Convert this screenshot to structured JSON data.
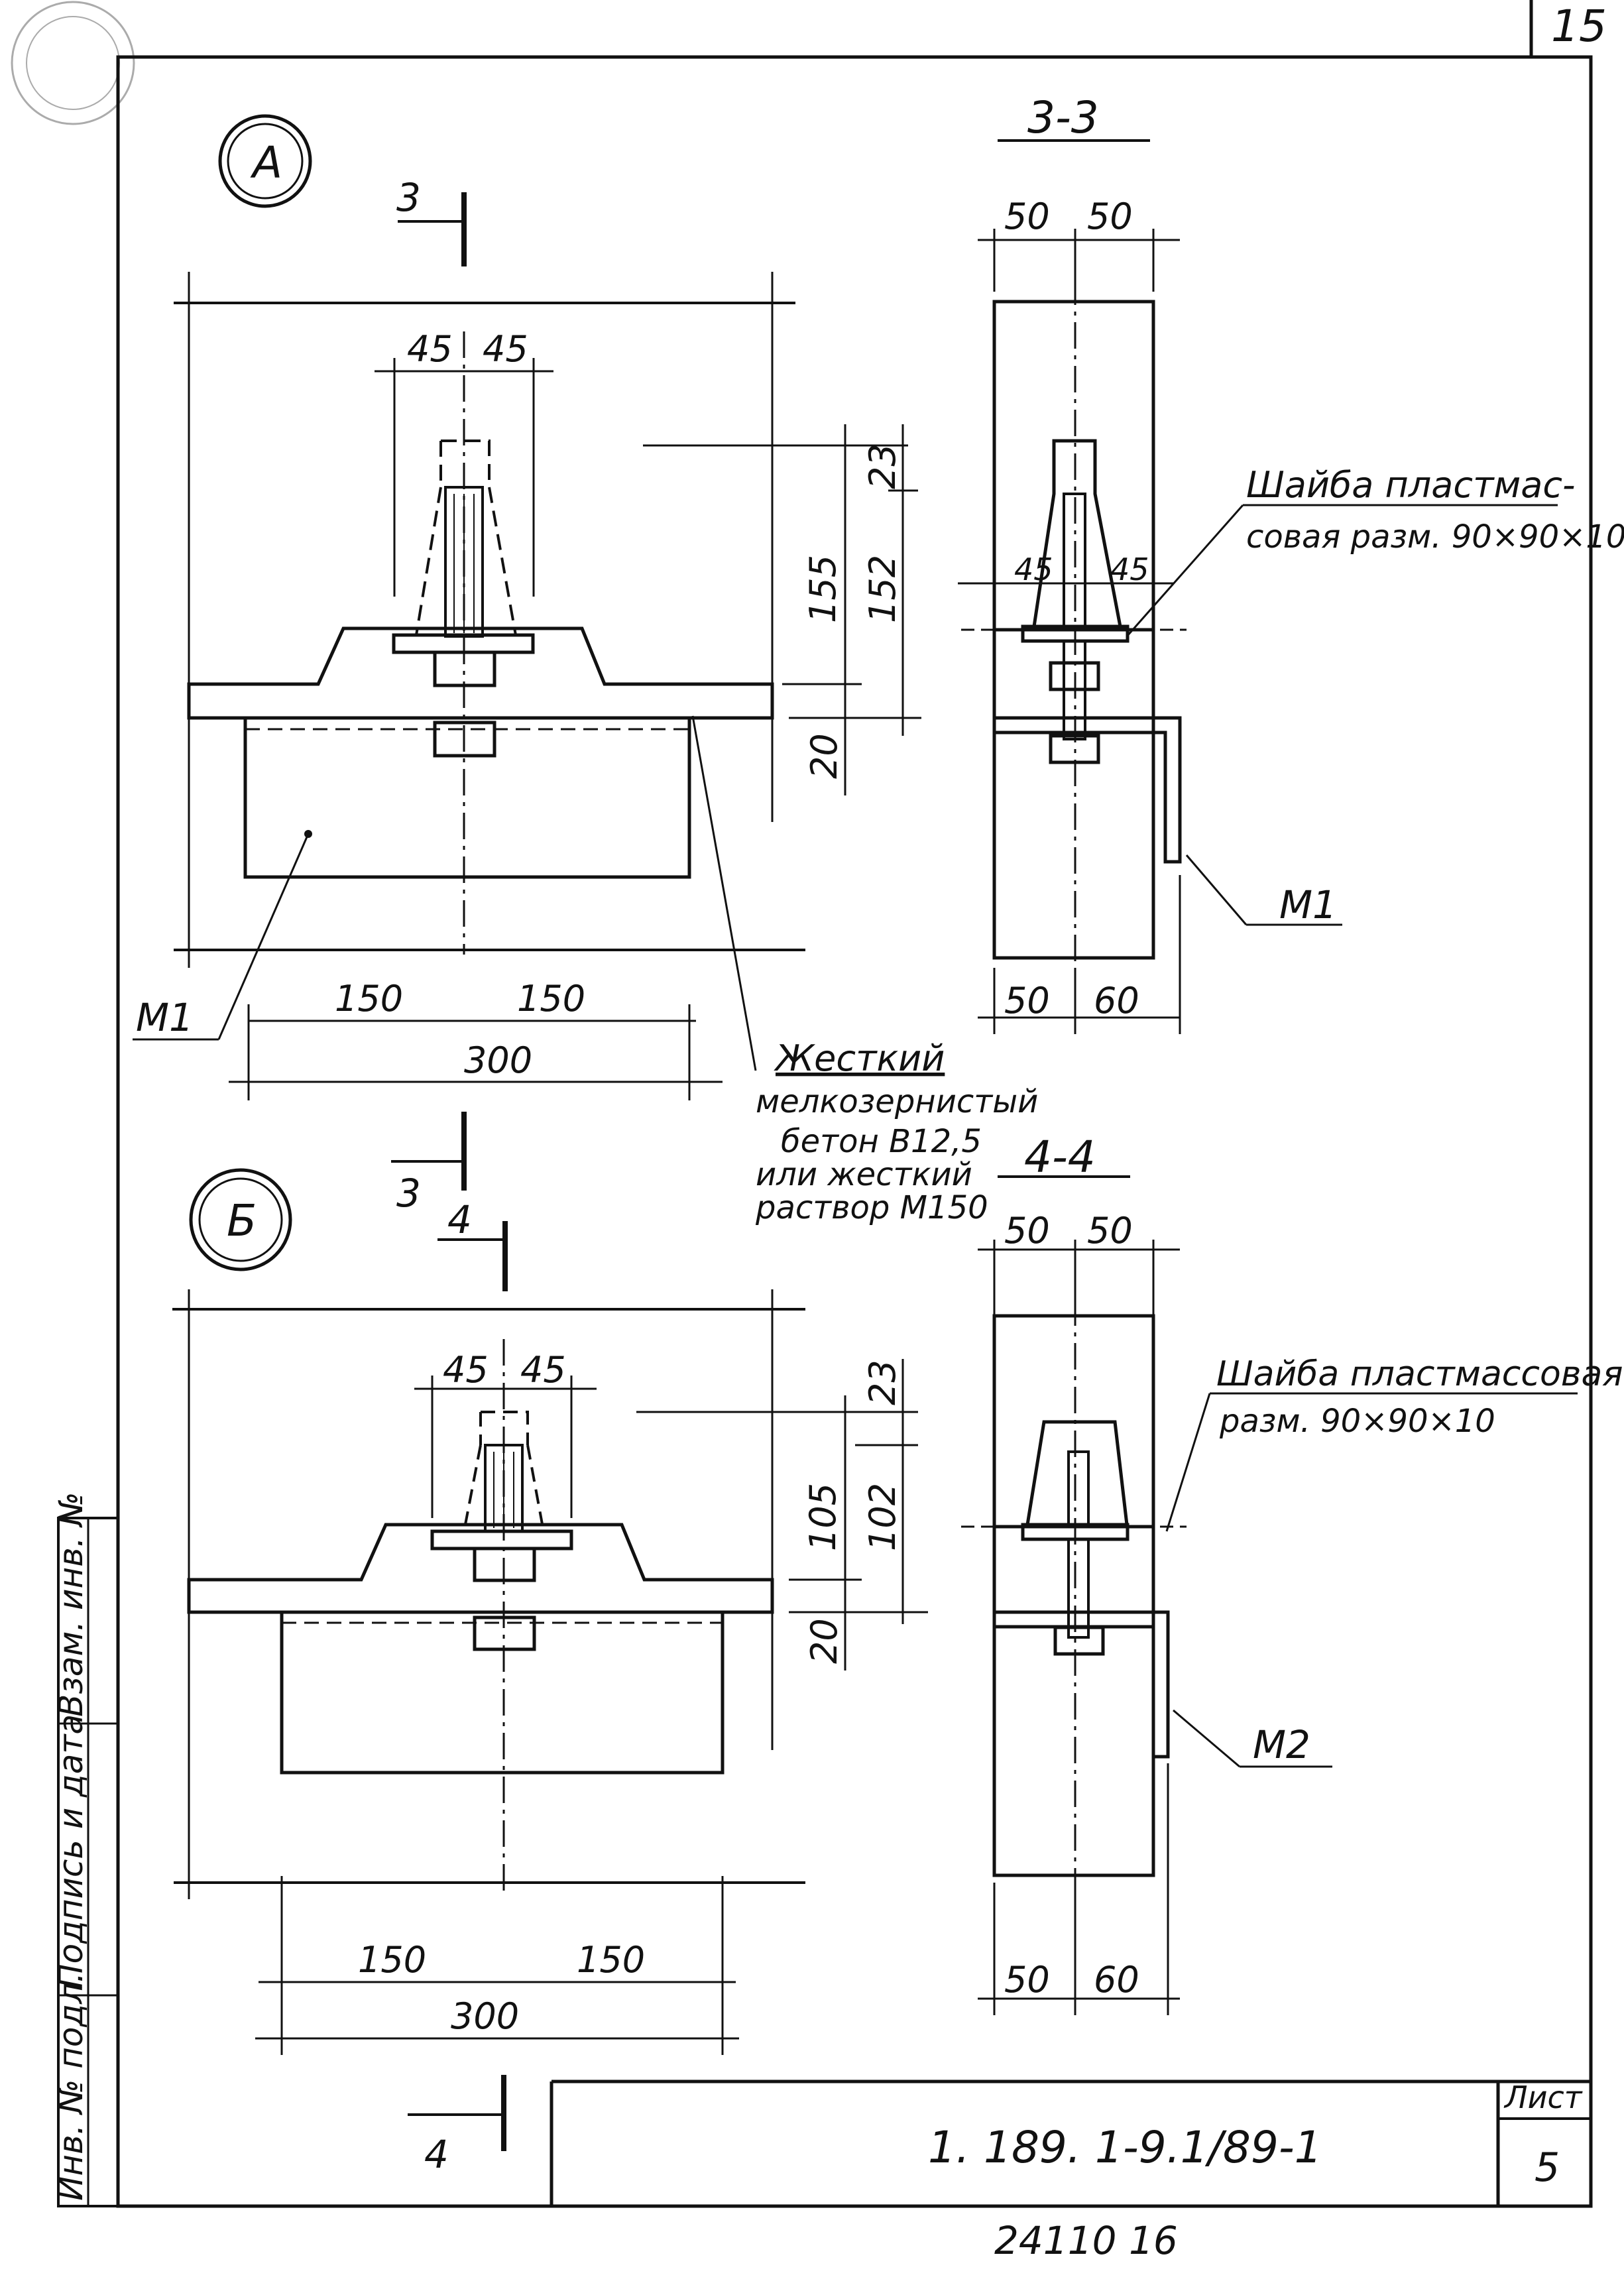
{
  "sheet": {
    "page_number": "15",
    "code": "1. 189. 1-9.1/89-1",
    "sheet_label": "Лист",
    "sheet_number": "5",
    "archive_number": "24110   16"
  },
  "side_stamp": {
    "inv_podl": "Инв. № подл.",
    "podpis": "Подпись и дата",
    "vzam": "Взам. инв. №"
  },
  "detail_a": {
    "marker": "А",
    "cut_label_top": "3",
    "cut_label_bottom": "3",
    "dim_45_left": "45",
    "dim_45_right": "45",
    "dim_155": "155",
    "dim_23": "23",
    "dim_152": "152",
    "dim_20": "20",
    "dim_150_left": "150",
    "dim_150_right": "150",
    "dim_300": "300",
    "part_label": "М1"
  },
  "detail_b": {
    "marker": "Б",
    "cut_label_top": "4",
    "cut_label_bottom": "4",
    "dim_45_left": "45",
    "dim_45_right": "45",
    "dim_105": "105",
    "dim_23": "23",
    "dim_102": "102",
    "dim_20": "20",
    "dim_150_left": "150",
    "dim_150_right": "150",
    "dim_300": "300"
  },
  "concrete_note": {
    "line1": "Жесткий",
    "line2": "мелкозернистый",
    "line3": "бетон В12,5",
    "line4": "или жесткий",
    "line5": "раствор М150"
  },
  "section_33": {
    "title": "3-3",
    "dim_top_left": "50",
    "dim_top_right": "50",
    "dim_45_left": "45",
    "dim_45_right": "45",
    "dim_bottom_left": "50",
    "dim_bottom_right": "60",
    "washer_line1": "Шайба пластмас-",
    "washer_line2": "совая разм. 90×90×10",
    "part_label": "М1"
  },
  "section_44": {
    "title": "4-4",
    "dim_top_left": "50",
    "dim_top_right": "50",
    "dim_bottom_left": "50",
    "dim_bottom_right": "60",
    "washer_line1": "Шайба пластмассовая",
    "washer_line2": "разм. 90×90×10",
    "part_label": "М2"
  }
}
